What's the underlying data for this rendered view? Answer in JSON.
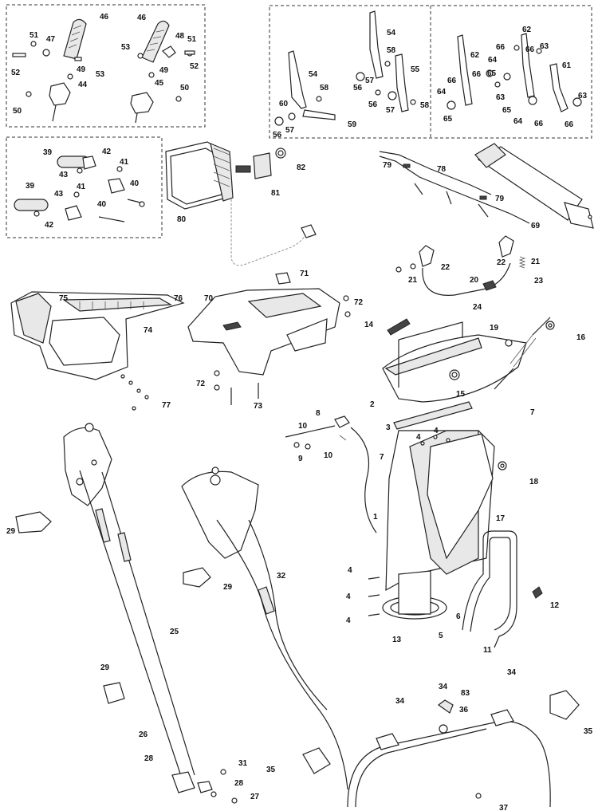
{
  "callouts": {
    "c1": "1",
    "c2": "2",
    "c3": "3",
    "c4a": "4",
    "c4b": "4",
    "c4c": "4",
    "c4d": "4",
    "c4e": "4",
    "c5": "5",
    "c6": "6",
    "c7a": "7",
    "c7b": "7",
    "c8": "8",
    "c9": "9",
    "c10a": "10",
    "c10b": "10",
    "c11": "11",
    "c12": "12",
    "c13": "13",
    "c14": "14",
    "c15": "15",
    "c16": "16",
    "c17": "17",
    "c18": "18",
    "c19": "19",
    "c20": "20",
    "c21a": "21",
    "c21b": "21",
    "c22a": "22",
    "c22b": "22",
    "c23": "23",
    "c24": "24",
    "c25": "25",
    "c26": "26",
    "c27": "27",
    "c28a": "28",
    "c28b": "28",
    "c29a": "29",
    "c29b": "29",
    "c29c": "29",
    "c31": "31",
    "c32": "32",
    "c34a": "34",
    "c34b": "34",
    "c34c": "34",
    "c35a": "35",
    "c35b": "35",
    "c36": "36",
    "c37": "37",
    "c39a": "39",
    "c39b": "39",
    "c40a": "40",
    "c40b": "40",
    "c41a": "41",
    "c41b": "41",
    "c42a": "42",
    "c42b": "42",
    "c43a": "43",
    "c43b": "43",
    "c44": "44",
    "c45": "45",
    "c46a": "46",
    "c46b": "46",
    "c47": "47",
    "c48": "48",
    "c49a": "49",
    "c49b": "49",
    "c50a": "50",
    "c50b": "50",
    "c51a": "51",
    "c51b": "51",
    "c52a": "52",
    "c52b": "52",
    "c53a": "53",
    "c53b": "53",
    "c54a": "54",
    "c54b": "54",
    "c55": "55",
    "c56a": "56",
    "c56b": "56",
    "c56c": "56",
    "c57a": "57",
    "c57b": "57",
    "c57c": "57",
    "c58a": "58",
    "c58b": "58",
    "c58c": "58",
    "c59": "59",
    "c60": "60",
    "c61": "61",
    "c62a": "62",
    "c62b": "62",
    "c63a": "63",
    "c63b": "63",
    "c63c": "63",
    "c64a": "64",
    "c64b": "64",
    "c64c": "64",
    "c65a": "65",
    "c65b": "65",
    "c65c": "65",
    "c66a": "66",
    "c66b": "66",
    "c66c": "66",
    "c66d": "66",
    "c66e": "66",
    "c66f": "66",
    "c69": "69",
    "c70": "70",
    "c71": "71",
    "c72a": "72",
    "c72b": "72",
    "c73": "73",
    "c74": "74",
    "c75": "75",
    "c76": "76",
    "c77": "77",
    "c78": "78",
    "c79a": "79",
    "c79b": "79",
    "c80": "80",
    "c81": "81",
    "c82": "82",
    "c83": "83"
  },
  "colors": {
    "line": "#222222",
    "shade": "#e8e8e8",
    "inset_border": "#333333"
  }
}
